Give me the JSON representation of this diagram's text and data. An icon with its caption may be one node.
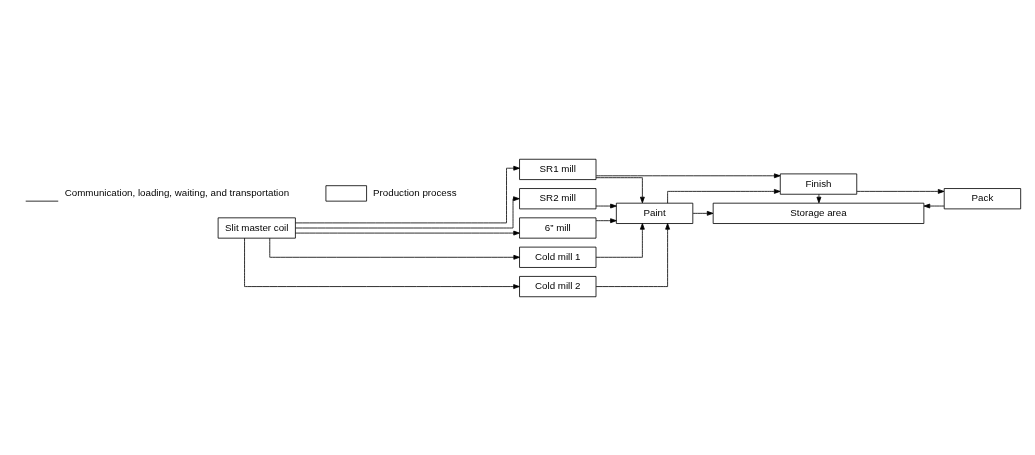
{
  "diagram": {
    "nodes": [
      {
        "text": [
          "Slit master coil"
        ]
      },
      {
        "text": [
          "SR1 mill"
        ]
      },
      {
        "text": [
          "SR2 mill"
        ]
      },
      {
        "text": [
          "6” mill"
        ]
      },
      {
        "text": [
          "Cold mill 1"
        ]
      },
      {
        "text": [
          "Cold mill 2"
        ]
      },
      {
        "text": [
          "Paint"
        ]
      },
      {
        "text": [
          "Finish"
        ]
      },
      {
        "text": [
          "Pack"
        ]
      },
      {
        "text": [
          "Storage area"
        ]
      }
    ],
    "edges": [
      {
        "from": 0,
        "to": 1,
        "arrow": "to"
      },
      {
        "from": 0,
        "to": 2,
        "arrow": "to"
      },
      {
        "from": 0,
        "to": 3,
        "arrow": "to"
      },
      {
        "from": 0,
        "to": 4,
        "arrow": "to"
      },
      {
        "from": 0,
        "to": 5,
        "arrow": "to"
      },
      {
        "from": 1,
        "to": 6,
        "arrow": "to"
      },
      {
        "from": 2,
        "to": 6,
        "arrow": "to"
      },
      {
        "from": 3,
        "to": 6,
        "arrow": "to"
      },
      {
        "from": 4,
        "to": 6,
        "arrow": "to"
      },
      {
        "from": 5,
        "to": 6,
        "arrow": "to"
      },
      {
        "from": 1,
        "to": 7,
        "arrow": "to"
      },
      {
        "from": 6,
        "to": 7,
        "arrow": "to"
      },
      {
        "from": 7,
        "to": 8,
        "arrow": "to"
      },
      {
        "from": 6,
        "to": 9,
        "arrow": "to"
      },
      {
        "from": 7,
        "to": 9,
        "arrow": "to"
      },
      {
        "from": 8,
        "to": 9,
        "arrow": "to"
      }
    ],
    "legend": [
      {
        "text": "Communication, loading, waiting, and transportation"
      },
      {
        "text": "Production process"
      }
    ]
  }
}
